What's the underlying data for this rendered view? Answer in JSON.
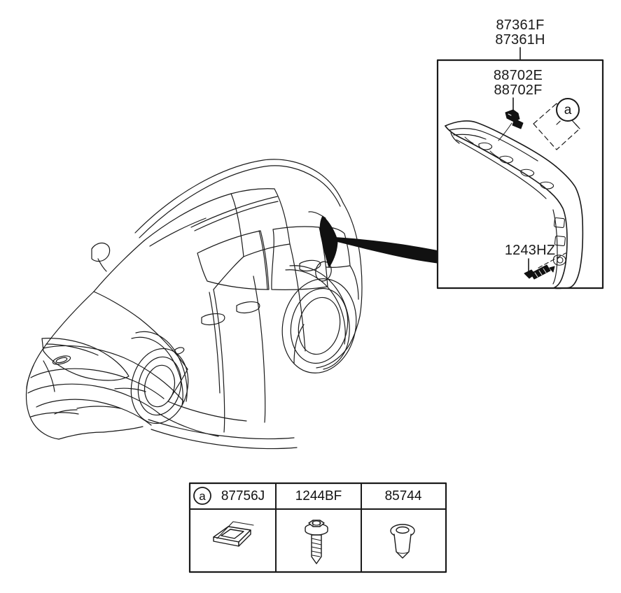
{
  "diagram": {
    "title_block": {
      "main_part_numbers": [
        "87361F",
        "87361H"
      ]
    },
    "detail_box": {
      "callouts": [
        {
          "id": "fastener-clip",
          "numbers": [
            "88702E",
            "88702F"
          ]
        },
        {
          "id": "screw",
          "numbers": [
            "1243HZ"
          ]
        }
      ],
      "balloon": "a"
    },
    "vehicle": {
      "name": "vehicle-outline"
    },
    "legend_table": {
      "columns": [
        {
          "balloon": "a",
          "part_number": "87756J",
          "icon": "clip-plate-icon"
        },
        {
          "balloon": "",
          "part_number": "1244BF",
          "icon": "hex-head-screw-icon"
        },
        {
          "balloon": "",
          "part_number": "85744",
          "icon": "grommet-plug-icon"
        }
      ]
    },
    "colors": {
      "line": "#1a1a1a",
      "fill": "#ffffff",
      "solid": "#111111",
      "background": "#ffffff"
    }
  }
}
